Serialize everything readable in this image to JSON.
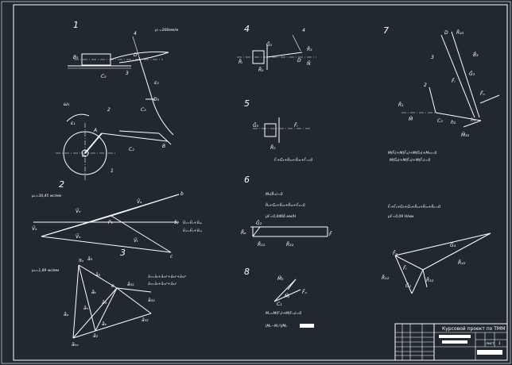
{
  "sheet": {
    "colors": {
      "background": "#212830",
      "line": "#ffffff"
    }
  },
  "views": {
    "v1": {
      "number": "1",
      "scale": "μₗ =200мм/м"
    },
    "v2": {
      "number": "2",
      "scale": "μᵥ=30,45 мс/мм",
      "eq1": "V̄ₐ=V̄ₑ+V̄ₐₑ",
      "eq2": "V̄ₐ=V̄ₑ+V̄ₖₑ"
    },
    "v3": {
      "number": "3",
      "scale": "μₐ=1,89 мс/мм",
      "eq1": "ā₃=ā₂+ā₃₂ᵏ+ā₃₂ʳ+ā₃₂ⁿ",
      "eq2": "ā₃=ā₂+ā₃₂ⁿ+ā₃₂ᵗ"
    },
    "v4": {
      "number": "4"
    },
    "v5": {
      "number": "5",
      "eq": "F̄ᵢ+Ḡ₅+R̄₃₄+R̄₄₅+F̄ₙ=0"
    },
    "v6": {
      "number": "6",
      "eq_a": "Mₖ(R̄ₗ₁)=0",
      "eq_b": "R̄ₐ+Ḡ₂+R̄₁₂+R̄₃₂+F̄₂=0",
      "scale": "μF=0,0466 мм/Н"
    },
    "v7": {
      "number": "7",
      "eq1": "M(F̄ᵢ)+M(F̄ᵢₐ)+M(Ḡ₃)+M₃₂=0",
      "eq2": "M(Ḡ₂)+M(F̄ᵢ₂)+M(F̄ₙ)=0",
      "eq3": "F̄ᵢ+F̄ₐ+Ḡ₅+Ḡ₄+R̄₁₂+R̄₃₂+R̄ₐ=0",
      "scale": "μF=0,09 Н/мм"
    },
    "v8": {
      "number": "8",
      "eq1": "Mᵤ=M(Fᵤ)+M(Fᵤ₂)=0",
      "eq2": "|Mᵤ−Mᵤ²|/Mᵤ"
    }
  },
  "title_block": {
    "title": "Курсовой проект по ТММ",
    "sheet_label": "лист",
    "sheet_no": "1"
  }
}
